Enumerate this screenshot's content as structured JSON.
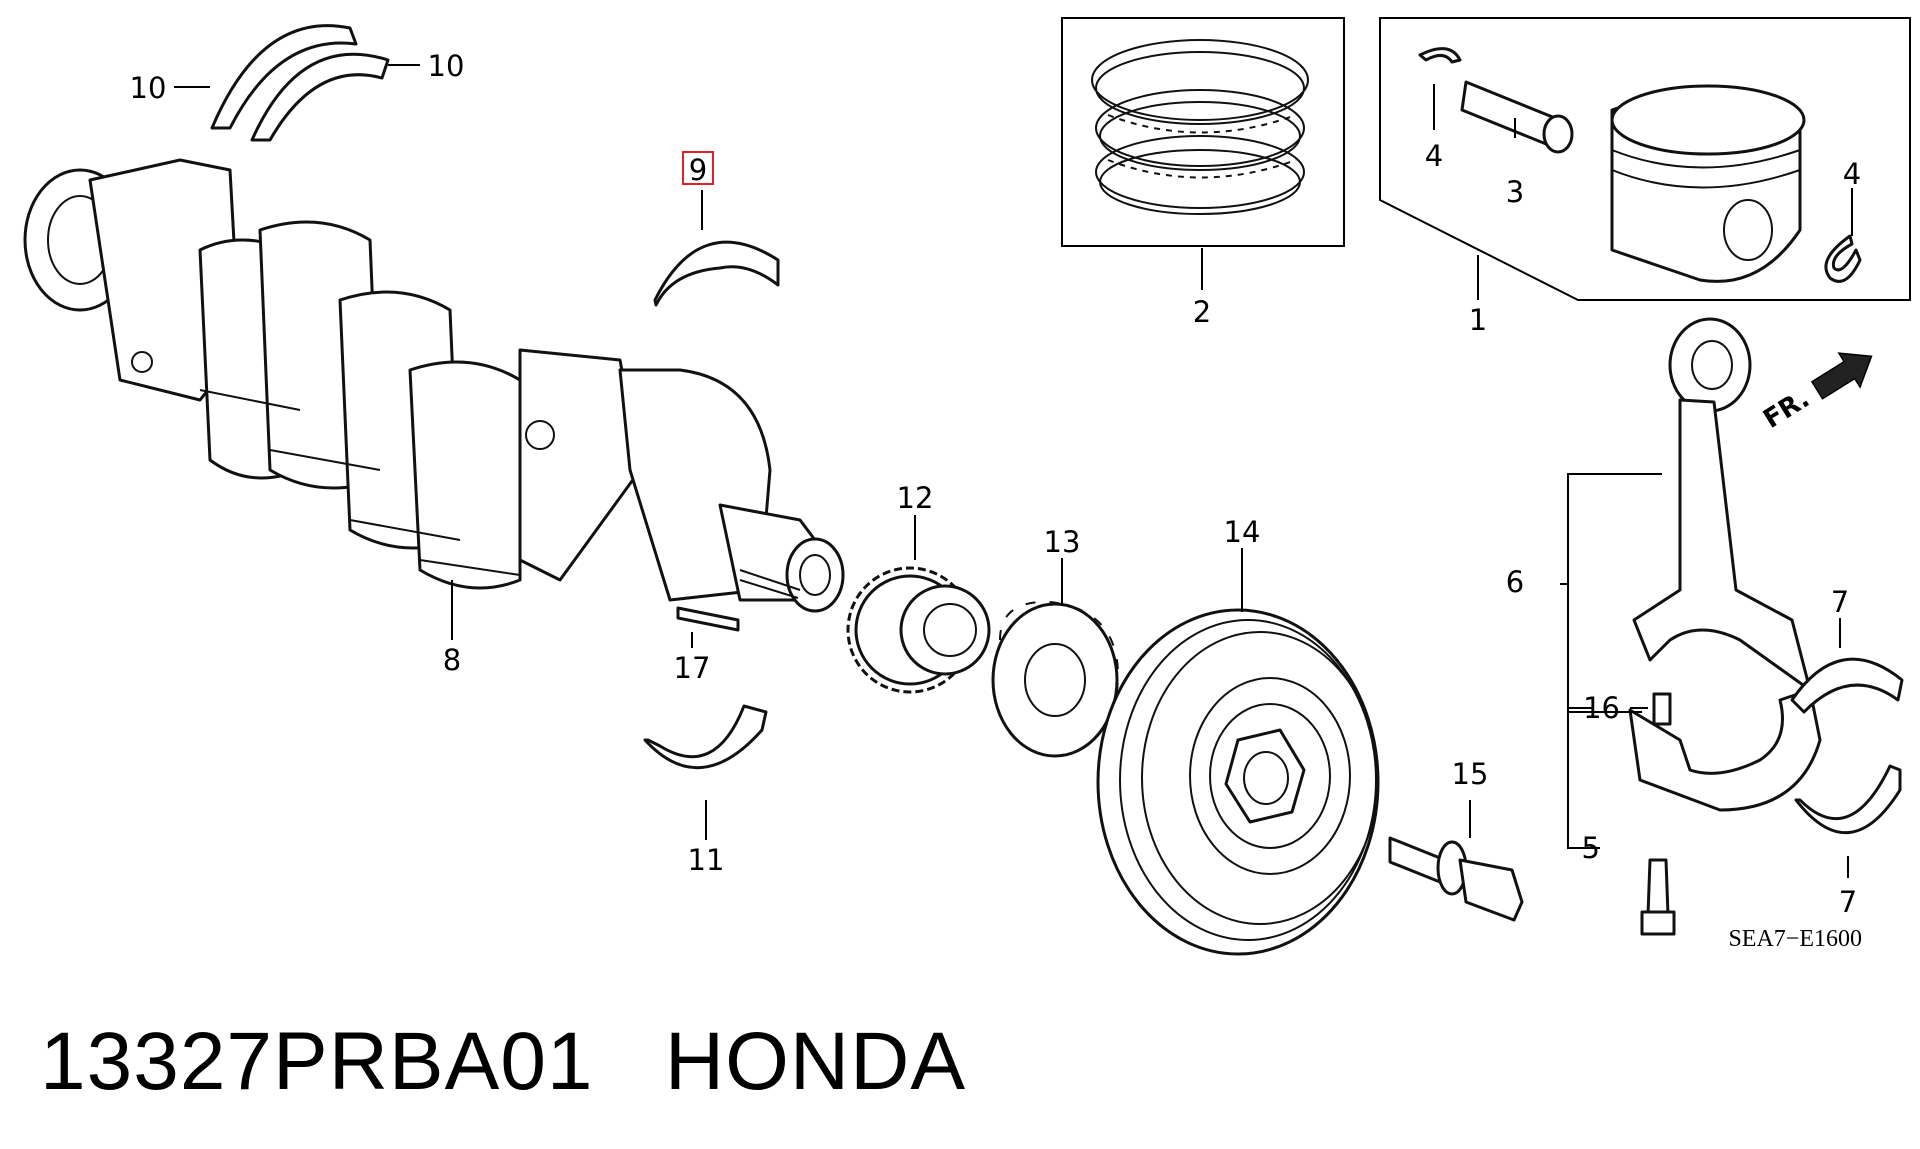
{
  "caption": {
    "part_number": "13327PRBA01",
    "brand": "HONDA"
  },
  "diagram": {
    "code": "SEA7−E1600",
    "front_marker": "FR.",
    "highlighted_callout": "9",
    "callouts": {
      "c1": "1",
      "c2": "2",
      "c3": "3",
      "c4a": "4",
      "c4b": "4",
      "c5": "5",
      "c6": "6",
      "c7a": "7",
      "c7b": "7",
      "c8": "8",
      "c9": "9",
      "c10a": "10",
      "c10b": "10",
      "c11": "11",
      "c12": "12",
      "c13": "13",
      "c14": "14",
      "c15": "15",
      "c16": "16",
      "c17": "17"
    },
    "highlight_color": "#e0202a"
  }
}
